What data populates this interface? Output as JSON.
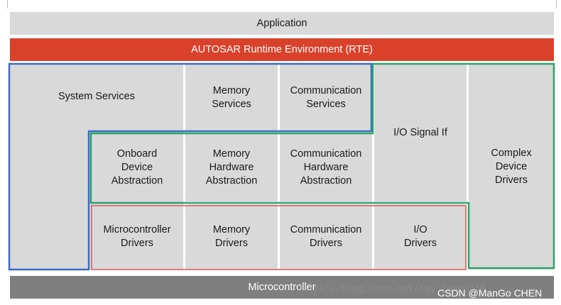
{
  "layers": {
    "application": "Application",
    "rte": "AUTOSAR Runtime Environment (RTE)",
    "microcontroller": "Microcontroller"
  },
  "blocks": {
    "system_services": "System Services",
    "memory_services": "Memory\nServices",
    "communication_services": "Communication\nServices",
    "io_signal_if": "I/O Signal If",
    "complex_device_drivers": "Complex\nDevice\nDrivers",
    "onboard_device_abstraction": "Onboard\nDevice\nAbstraction",
    "memory_hardware_abstraction": "Memory\nHardware\nAbstraction",
    "communication_hardware_abstraction": "Communication\nHardware\nAbstraction",
    "microcontroller_drivers": "Microcontroller\nDrivers",
    "memory_drivers": "Memory\nDrivers",
    "communication_drivers": "Communication\nDrivers",
    "io_drivers": "I/O\nDrivers"
  },
  "colors": {
    "block_fill": "#d9d9d9",
    "rte_fill": "#d9412a",
    "microcontroller_fill": "#7f7f7f",
    "services_outline": "#3b6cc4",
    "abstraction_outline": "#2aa56a",
    "drivers_outline": "#e07a7a"
  },
  "watermark": {
    "url_text": "https://blog.csdn.net/lqy_jean0410",
    "credit": "CSDN @ManGo CHEN"
  }
}
